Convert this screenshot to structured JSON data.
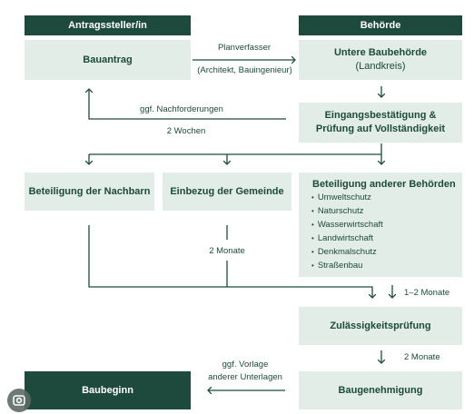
{
  "headers": {
    "applicant": "Antragssteller/in",
    "authority": "Behörde"
  },
  "boxes": {
    "bauantrag": "Bauantrag",
    "untere_title": "Untere Baubehörde",
    "untere_sub": "(Landkreis)",
    "eingang_line1": "Eingangsbestätigung &",
    "eingang_line2": "Prüfung auf Vollständigkeit",
    "nachbarn": "Beteiligung der Nachbarn",
    "gemeinde": "Einbezug der Gemeinde",
    "behoerden_title": "Beteiligung anderer Behörden",
    "behoerden_items": [
      "Umweltschutz",
      "Naturschutz",
      "Wasserwirtschaft",
      "Landwirtschaft",
      "Denkmalschutz",
      "Straßenbau"
    ],
    "zulaessig": "Zulässigkeitsprüfung",
    "genehmigung": "Baugenehmigung",
    "baubeginn": "Baubeginn"
  },
  "labels": {
    "planverfasser": "Planverfasser",
    "planverfasser_sub": "(Architekt, Bauingenieur)",
    "nachforderungen": "ggf. Nachforderungen",
    "zwei_wochen": "2 Wochen",
    "zwei_monate_a": "2 Monate",
    "ein_zwei_monate": "1–2 Monate",
    "zwei_monate_b": "2 Monate",
    "vorlage_line1": "ggf. Vorlage",
    "vorlage_line2": "anderer Unterlagen"
  },
  "colors": {
    "dark_green": "#1d4a3c",
    "light_green": "#e1ede6",
    "line": "#1d4a3c"
  }
}
